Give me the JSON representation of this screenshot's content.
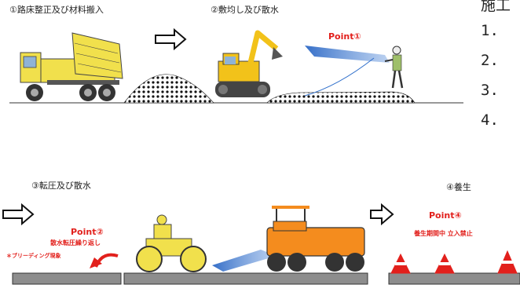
{
  "steps": [
    {
      "label": "①路床整正及び材料搬入"
    },
    {
      "label": "②敷均し及び散水"
    },
    {
      "label": "③転圧及び散水"
    },
    {
      "label": "④養生"
    }
  ],
  "points": {
    "p1": "Point①",
    "p2": "Point②",
    "p2_sub": "散水転圧繰り返し",
    "p4": "Point④",
    "p4_sub": "養生期間中 立入禁止"
  },
  "notes": {
    "bleeding": "＊ブリーディング現象"
  },
  "side": {
    "title": "施工",
    "items": [
      "1.",
      "2.",
      "3.",
      "4."
    ]
  },
  "colors": {
    "truck_yellow": "#f1e04c",
    "excavator_yellow": "#f2c21a",
    "roller_orange": "#f48c1e",
    "water_blue": "#2f6fcb",
    "pavement_gray": "#8d8d8d",
    "point_red": "#e2201c"
  },
  "icons": [
    "dump-truck-icon",
    "arrow-right-icon",
    "excavator-icon",
    "worker-icon",
    "roller-icon",
    "compactor-icon",
    "traffic-cone-icon",
    "return-arrow-icon",
    "gravel-pile-icon"
  ]
}
